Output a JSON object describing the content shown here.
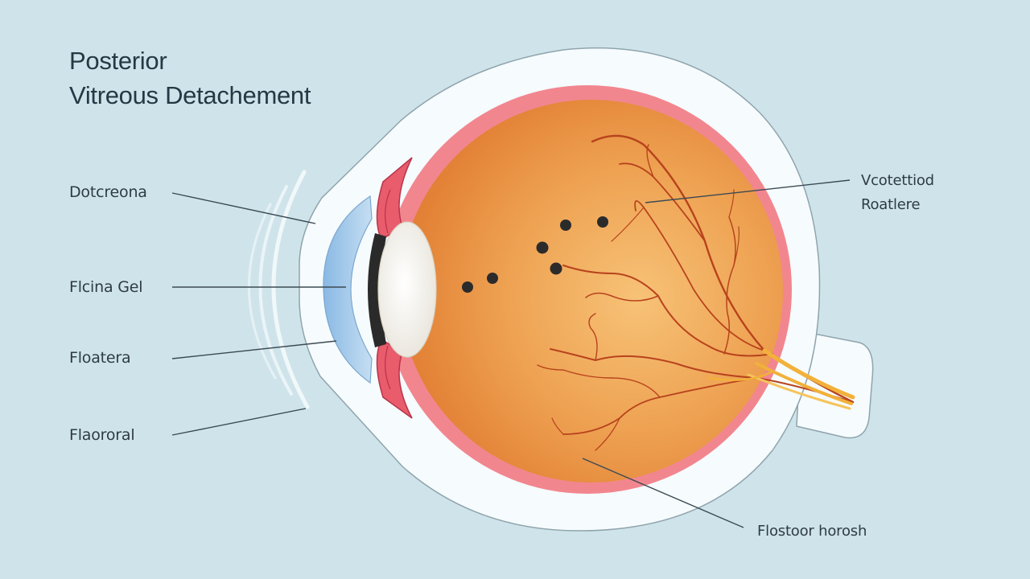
{
  "title": {
    "line1": "Posterior",
    "line2": "Vitreous Detachement"
  },
  "labels": {
    "left": [
      "Dotcreona",
      "Flcina Gel",
      "Floatera",
      "Flaororal"
    ],
    "right_line1": "Vcotettiod",
    "right_line2": "Roatlere",
    "bottom": "Flostoor horosh"
  },
  "colors": {
    "background": "#cfe4ea",
    "sclera": "#f6fbfd",
    "choroid": "#f2868f",
    "vitreous": "#e8913f",
    "vessel": "#b8431d",
    "optic_nerve": "#f2b13a",
    "cornea": "#9fc8ea",
    "lens": "#f4f1ea",
    "iris": "#2a2a2a",
    "floaters": "#2b2b2b",
    "text": "#2f3b44"
  }
}
